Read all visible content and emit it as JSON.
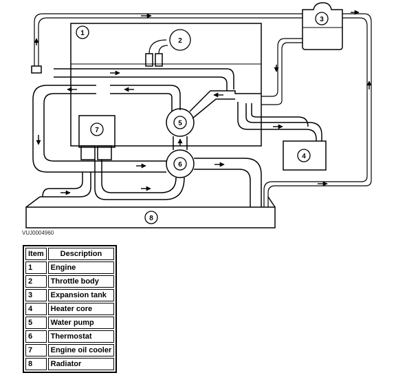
{
  "diagram": {
    "callouts": [
      "1",
      "2",
      "3",
      "4",
      "5",
      "6",
      "7",
      "8"
    ],
    "code": "VUJ0004960"
  },
  "legend": {
    "headers": {
      "item": "Item",
      "description": "Description"
    },
    "rows": [
      {
        "item": "1",
        "description": "Engine"
      },
      {
        "item": "2",
        "description": "Throttle body"
      },
      {
        "item": "3",
        "description": "Expansion tank"
      },
      {
        "item": "4",
        "description": "Heater core"
      },
      {
        "item": "5",
        "description": "Water pump"
      },
      {
        "item": "6",
        "description": "Thermostat"
      },
      {
        "item": "7",
        "description": "Engine oil cooler"
      },
      {
        "item": "8",
        "description": "Radiator"
      }
    ]
  }
}
